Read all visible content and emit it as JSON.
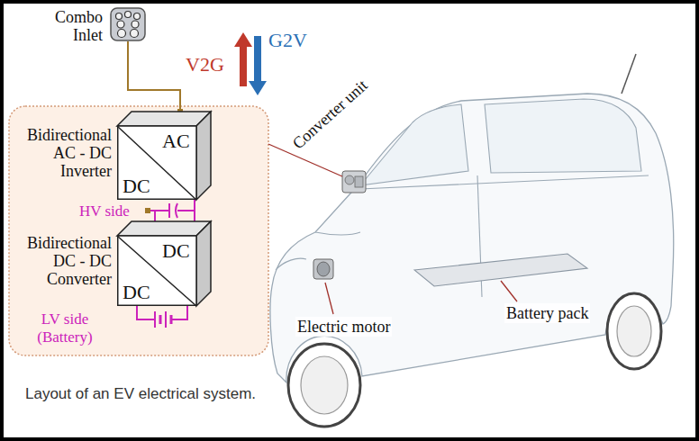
{
  "diagram": {
    "caption": "Layout of an EV electrical system.",
    "nodes": [
      {
        "text": [
          "Combo Inlet"
        ]
      },
      {
        "text": [
          "Bidirectional AC - DC Inverter",
          "AC",
          "DC"
        ]
      },
      {
        "text": [
          "Bidirectional DC - DC Converter",
          "DC",
          "DC"
        ]
      }
    ],
    "edges": [
      {
        "from": 0,
        "to": 1,
        "arrow": "none"
      },
      {
        "from": 1,
        "to": 2,
        "arrow": "none"
      }
    ],
    "labels": [
      "V2G",
      "G2V",
      "HV side",
      "LV side (Battery)",
      "Converter unit",
      "Electric motor",
      "Battery pack"
    ]
  }
}
